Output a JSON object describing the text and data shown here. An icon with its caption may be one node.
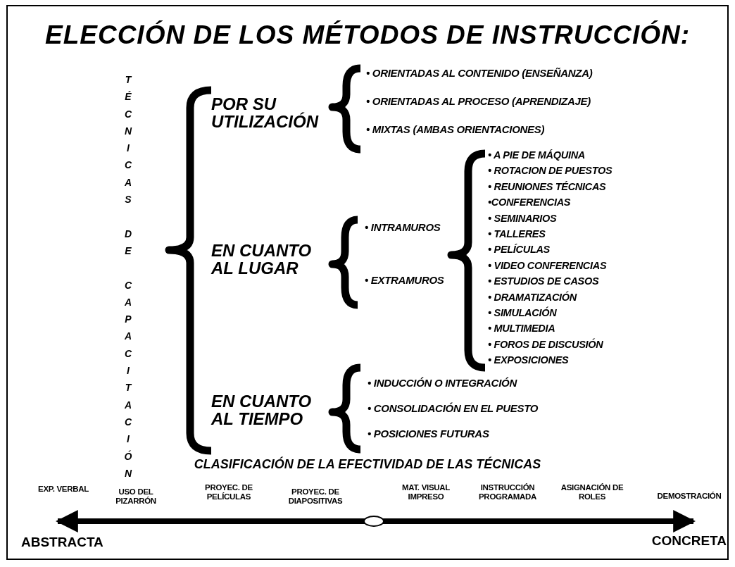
{
  "diagram": {
    "title": "ELECCIÓN DE LOS MÉTODOS DE INSTRUCCIÓN:",
    "labels": [
      "TÉCNICAS DE CAPACITACIÓN",
      "POR SU UTILIZACIÓN",
      "• ORIENTADAS AL CONTENIDO (ENSEÑANZA)",
      "• ORIENTADAS AL PROCESO (APRENDIZAJE)",
      "• MIXTAS (AMBAS ORIENTACIONES)",
      "EN CUANTO AL LUGAR",
      "• INTRAMUROS",
      "• EXTRAMUROS",
      "• A PIE DE MÁQUINA",
      "• ROTACION DE PUESTOS",
      "• REUNIONES TÉCNICAS",
      "•CONFERENCIAS",
      "• SEMINARIOS",
      "• TALLERES",
      "• PELÍCULAS",
      "• VIDEO CONFERENCIAS",
      "• ESTUDIOS DE CASOS",
      "• DRAMATIZACIÓN",
      "• SIMULACIÓN",
      "• MULTIMEDIA",
      "• FOROS DE DISCUSIÓN",
      "• EXPOSICIONES",
      "EN CUANTO AL TIEMPO",
      "• INDUCCIÓN O INTEGRACIÓN",
      "• CONSOLIDACIÓN EN EL PUESTO",
      "• POSICIONES FUTURAS",
      "CLASIFICACIÓN DE LA EFECTIVIDAD DE LAS TÉCNICAS",
      "EXP. VERBAL",
      "USO DEL PIZARRÓN",
      "PROYEC. DE PELÍCULAS",
      "PROYEC. DE DIAPOSITIVAS",
      "MAT. VISUAL IMPRESO",
      "INSTRUCCIÓN PROGRAMADA",
      "ASIGNACIÓN DE ROLES",
      "DEMOSTRACIÓN",
      "ABSTRACTA",
      "CONCRETA"
    ]
  }
}
